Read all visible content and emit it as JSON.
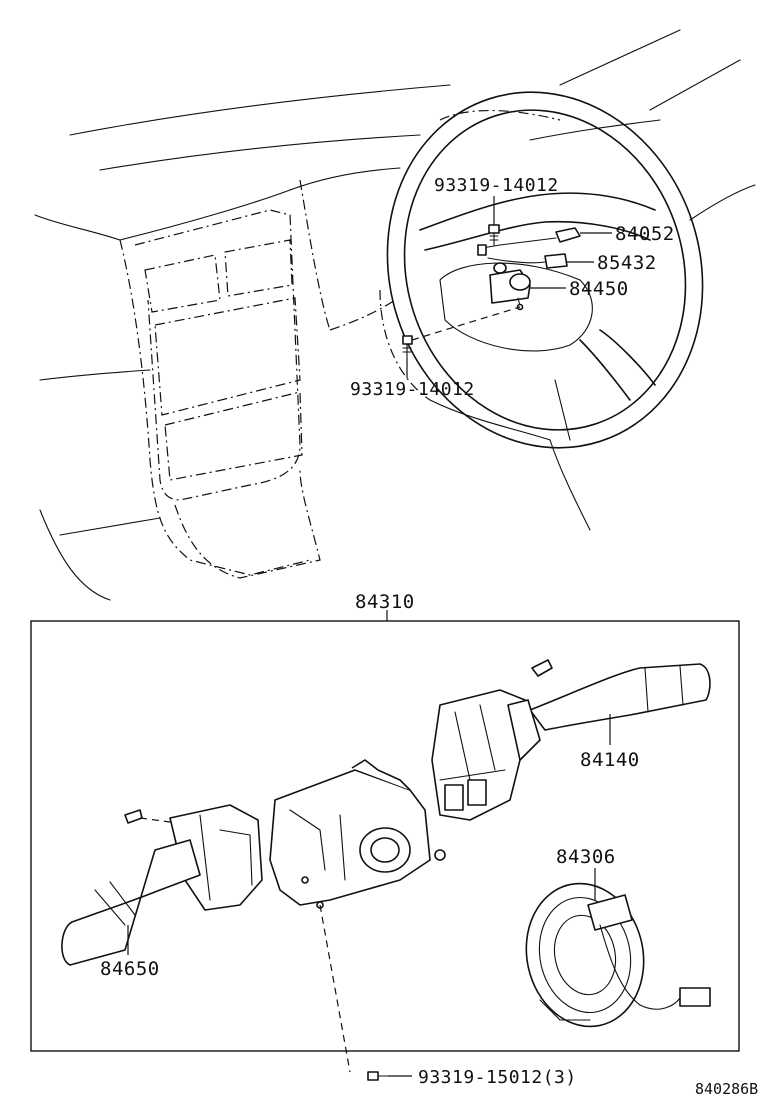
{
  "parts": {
    "screw_upper": "93319-14012",
    "switch_84052": "84052",
    "wire_85432": "85432",
    "switch_84450": "84450",
    "screw_lower": "93319-14012",
    "combination_switch": "84310",
    "wiper_switch": "84140",
    "spiral_cable": "84306",
    "light_switch": "84650",
    "screw_bottom": "93319-15012(3)"
  },
  "figure_ref": "840286B"
}
